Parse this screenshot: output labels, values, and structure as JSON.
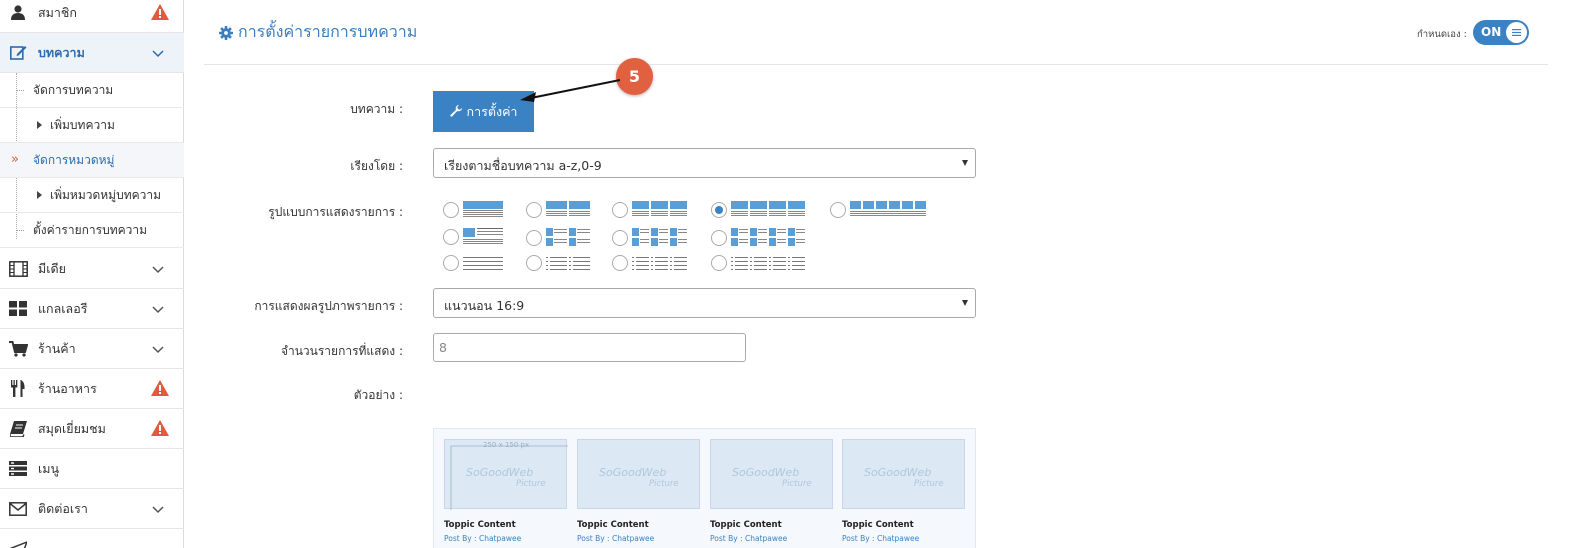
{
  "sidebar": {
    "items": [
      {
        "key": "members",
        "label": "สมาชิก",
        "icon": "user-icon",
        "warning": true,
        "chevron": false
      },
      {
        "key": "articles",
        "label": "บทความ",
        "icon": "edit-icon",
        "warning": false,
        "chevron": true,
        "active": true
      },
      {
        "key": "media",
        "label": "มีเดีย",
        "icon": "film-icon",
        "warning": false,
        "chevron": true
      },
      {
        "key": "gallery",
        "label": "แกลเลอรี",
        "icon": "grid-icon",
        "warning": false,
        "chevron": true
      },
      {
        "key": "shop",
        "label": "ร้านค้า",
        "icon": "cart-icon",
        "warning": false,
        "chevron": true
      },
      {
        "key": "restaurant",
        "label": "ร้านอาหาร",
        "icon": "utensils-icon",
        "warning": true,
        "chevron": false
      },
      {
        "key": "guestbook",
        "label": "สมุดเยี่ยมชม",
        "icon": "book-icon",
        "warning": true,
        "chevron": false
      },
      {
        "key": "menu",
        "label": "เมนู",
        "icon": "menu-icon",
        "warning": false,
        "chevron": false
      },
      {
        "key": "contact",
        "label": "ติดต่อเรา",
        "icon": "envelope-icon",
        "warning": false,
        "chevron": true
      }
    ],
    "subitems": [
      {
        "label": "จัดการบทความ"
      },
      {
        "label": "เพิ่มบทความ"
      },
      {
        "label": "จัดการหมวดหมู่"
      },
      {
        "label": "เพิ่มหมวดหมู่บทความ"
      },
      {
        "label": "ตั้งค่ารายการบทความ"
      }
    ]
  },
  "header": {
    "title": "การตั้งค่ารายการบทความ",
    "custom_label": "กำหนดเอง :",
    "toggle_label": "ON"
  },
  "form": {
    "article_label": "บทความ :",
    "settings_button": "การตั้งค่า",
    "sort_label": "เรียงโดย :",
    "sort_value": "เรียงตามชื่อบทความ a-z,0-9",
    "layout_label": "รูปแบบการแสดงรายการ :",
    "layout_selected": "grid-4",
    "image_label": "การแสดงผลรูปภาพรายการ :",
    "image_value": "แนวนอน 16:9",
    "count_label": "จำนวนรายการที่แสดง :",
    "count_value": "8",
    "preview_label": "ตัวอย่าง :"
  },
  "annotation": {
    "step": "5"
  },
  "preview": {
    "cards": [
      {
        "dim": "250 x 150 px",
        "wm1": "SoGoodWeb",
        "wm2": "Picture",
        "title": "Toppic Content",
        "post": "Post By : Chatpawee"
      },
      {
        "dim": "",
        "wm1": "SoGoodWeb",
        "wm2": "Picture",
        "title": "Toppic Content",
        "post": "Post By : Chatpawee"
      },
      {
        "dim": "",
        "wm1": "SoGoodWeb",
        "wm2": "Picture",
        "title": "Toppic Content",
        "post": "Post By : Chatpawee"
      },
      {
        "dim": "",
        "wm1": "SoGoodWeb",
        "wm2": "Picture",
        "title": "Toppic Content",
        "post": "Post By : Chatpawee"
      }
    ]
  },
  "colors": {
    "accent": "#3b82c4",
    "warning": "#e05a3c",
    "badge": "#e0603f"
  }
}
